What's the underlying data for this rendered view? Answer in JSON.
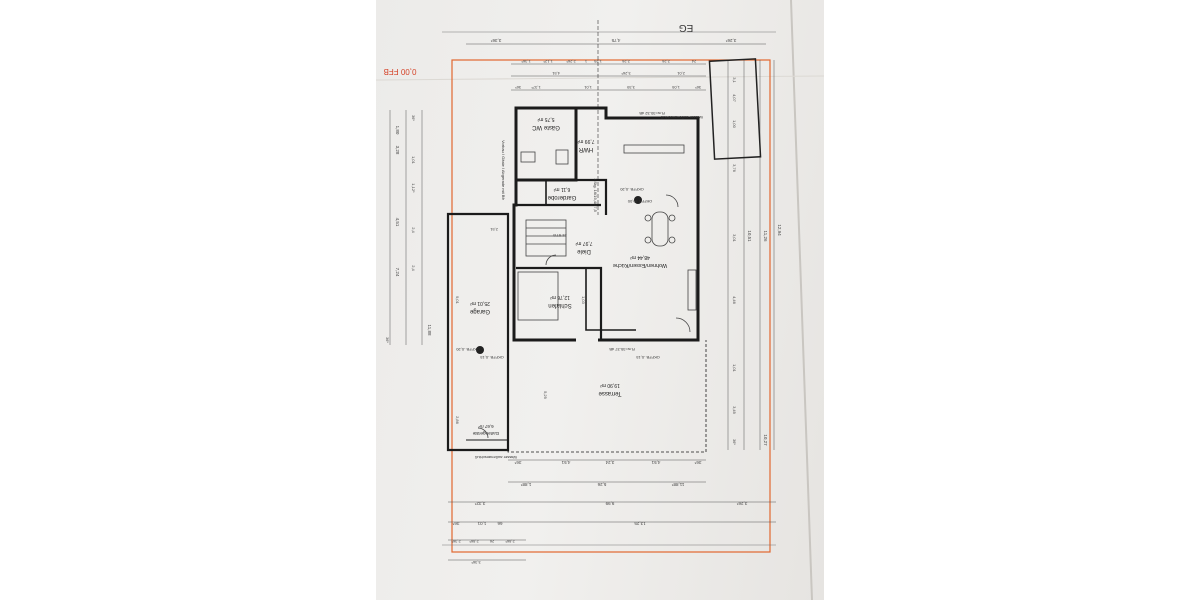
{
  "plan": {
    "floor_label": "EG",
    "ffb_label": "0,00 FFB",
    "rooms": {
      "guest_wc": {
        "name": "Gäste WC",
        "area": "5,75 m²"
      },
      "hwr": {
        "name": "HWR",
        "area": "7,99 m²"
      },
      "garderobe": {
        "name": "Garderobe",
        "area": "6,11 m²"
      },
      "diele": {
        "name": "Diele",
        "area": "7,97 m²"
      },
      "wohnen": {
        "name": "Wohnen/Essen/Küche",
        "area": "48,44 m²"
      },
      "schlafen": {
        "name": "Schlafen",
        "area": "12,76 m²"
      },
      "garage": {
        "name": "Garage",
        "area": "25,01 m²"
      },
      "terrasse": {
        "name": "Terrasse",
        "area": "19,90 m²"
      },
      "gartengeraete": {
        "name": "Gartengeräte",
        "area": "6,67 m²"
      }
    },
    "notes": {
      "okffb_hwr": "OKFFB -0,20",
      "okffb_main": "OKFFB ±0,00",
      "okffb_garage": "OKFFB -0,20",
      "okffb_garage2": "OKFFB -0,15",
      "okffb_terrace": "OKFFB -0,15",
      "r_top": "R.w=30-32 dB",
      "r_bottom": "R.w=35-37 dB",
      "wasser_top": "Wasser außenanschluß",
      "wasser_bottom": "Wasser außenanschluß",
      "vorbau": "Vorbau / Gäste / Abgerade mit Bfr",
      "treppe": "1 Stg. 16/19,4/27,5",
      "stair_count": "14 STG"
    },
    "dims": {
      "top_row1": [
        "3,36⁵",
        "4,75",
        "3,26⁵"
      ],
      "top_row2": [
        "1,36⁵",
        "1,12⁵",
        "2,26⁵",
        "1",
        "1,25",
        "2,26",
        "2,26",
        "24"
      ],
      "top_row3": [
        "4,51",
        "3,26⁵",
        "2,01"
      ],
      "top_row4": [
        "36⁵",
        "1,37⁵",
        "1,01",
        "3,39",
        "1,05",
        "36⁵"
      ],
      "bottom_row1": [
        "36⁵",
        "4,51",
        "3,24",
        "4,51",
        "36⁵"
      ],
      "bottom_row2": [
        "1,88⁵",
        "5,26",
        "11,88⁵"
      ],
      "bottom_row3": [
        "3,32⁵",
        "9,99",
        "3,26⁵"
      ],
      "bottom_row4": [
        "36⁵",
        "1,01",
        "66",
        "13,25"
      ],
      "bottom_row5": [
        "2,36⁵",
        "2,86⁵",
        "26",
        "2,86⁵"
      ],
      "bottom_row6": [
        "3,36⁵"
      ],
      "left_col1": [
        "1,80",
        "3,28",
        "4,51",
        "7,24",
        "11,88"
      ],
      "left_col2": [
        "36⁵",
        "1,01",
        "1,12⁵",
        "2,4",
        "2,4",
        "36⁵"
      ],
      "right_col1": [
        "12,94",
        "11,26",
        "10,51",
        "10,27"
      ],
      "right_col2": [
        "4,07",
        "3,1",
        "1,00",
        "3,76",
        "3,01",
        "4,46",
        "1,01",
        "3,49",
        "36⁵"
      ],
      "garage_dims": [
        "2,51",
        "9,01",
        "2,86"
      ],
      "terrasse_dim": "5,29",
      "schlafen_dim": "1,03"
    }
  }
}
